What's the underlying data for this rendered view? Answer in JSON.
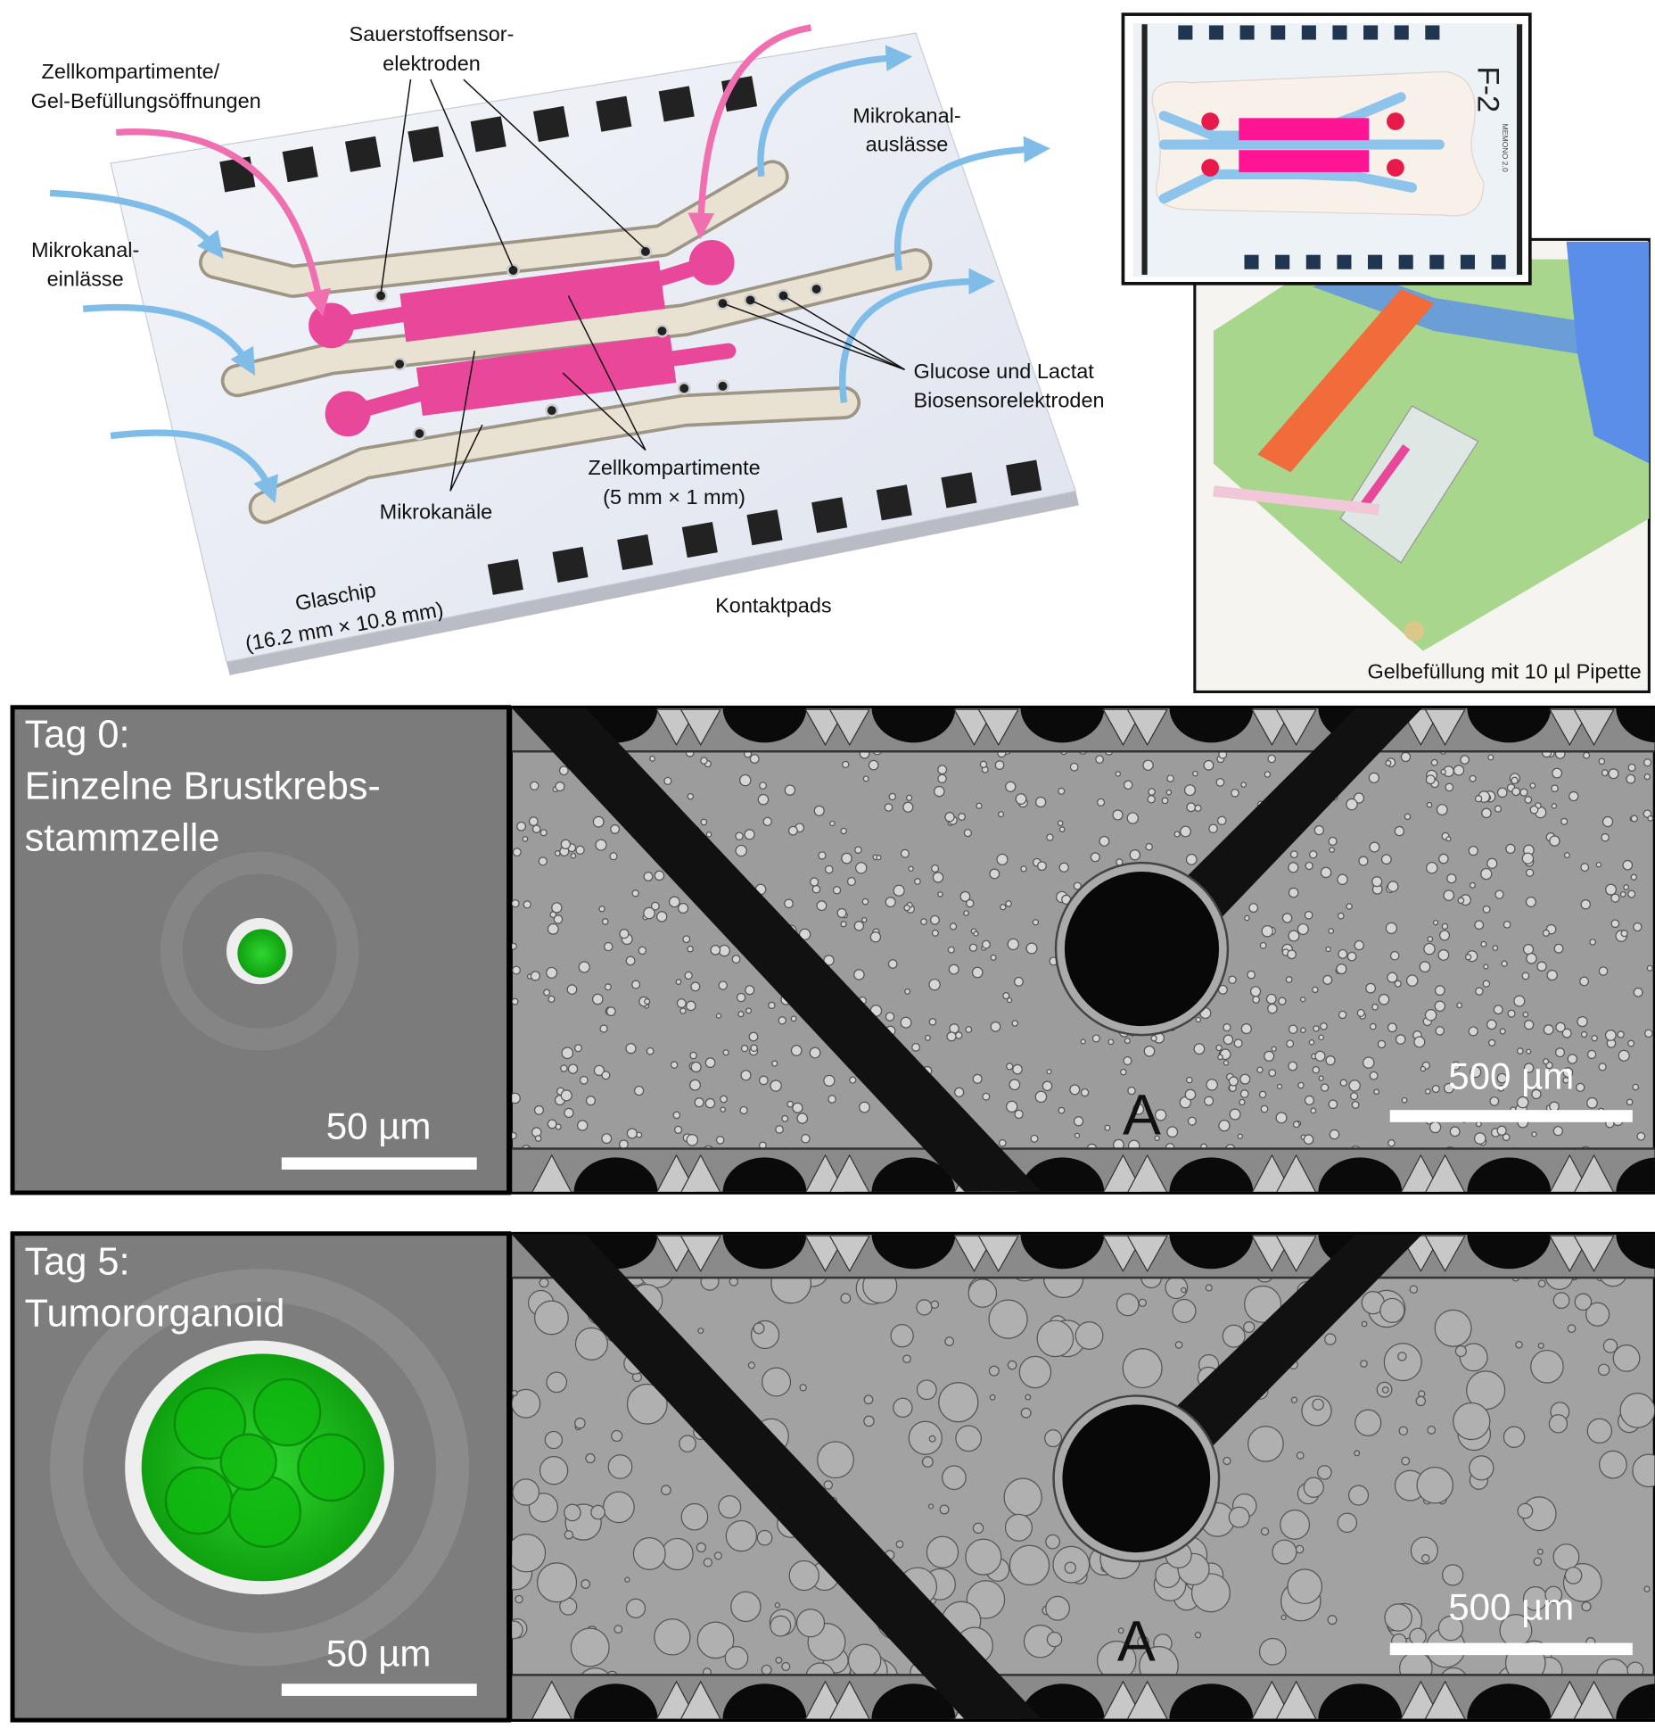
{
  "diagram": {
    "oxygen_label": [
      "Sauerstoffsensor-",
      "elektroden"
    ],
    "cell_gel_label": [
      "Zellkompartimente/",
      "Gel-Befüllungsöffnungen"
    ],
    "outlets_label": [
      "Mikrokanal-",
      "auslässe"
    ],
    "inlets_label": [
      "Mikrokanal-",
      "einlässe"
    ],
    "biosensor_label": [
      "Glucose und Lactat",
      "Biosensorelektroden"
    ],
    "compartments_label": [
      "Zellkompartimente",
      "(5 mm × 1 mm)"
    ],
    "microchannels_label": "Mikrokanäle",
    "glass_chip_label": [
      "Glaschip",
      "(16.2 mm × 10.8 mm)"
    ],
    "contact_pads_label": "Kontaktpads",
    "colors": {
      "cell": "#e8479a",
      "channel": "#7fbde8",
      "pad": "#222222"
    }
  },
  "inset": {
    "chip_id": "F-2",
    "chip_version": "MEMONO 2.0",
    "photo_caption": "Gelbefüllung mit 10 µl Pipette"
  },
  "day0": {
    "title": [
      "Tag 0:",
      "Einzelne Brustkrebs-",
      "stammzelle"
    ],
    "scale_small": "50 µm",
    "scale_large": "500 µm",
    "electrode_letter": "A"
  },
  "day5": {
    "title": [
      "Tag 5:",
      "Tumororganoid"
    ],
    "scale_small": "50 µm",
    "scale_large": "500 µm",
    "electrode_letter": "A"
  }
}
